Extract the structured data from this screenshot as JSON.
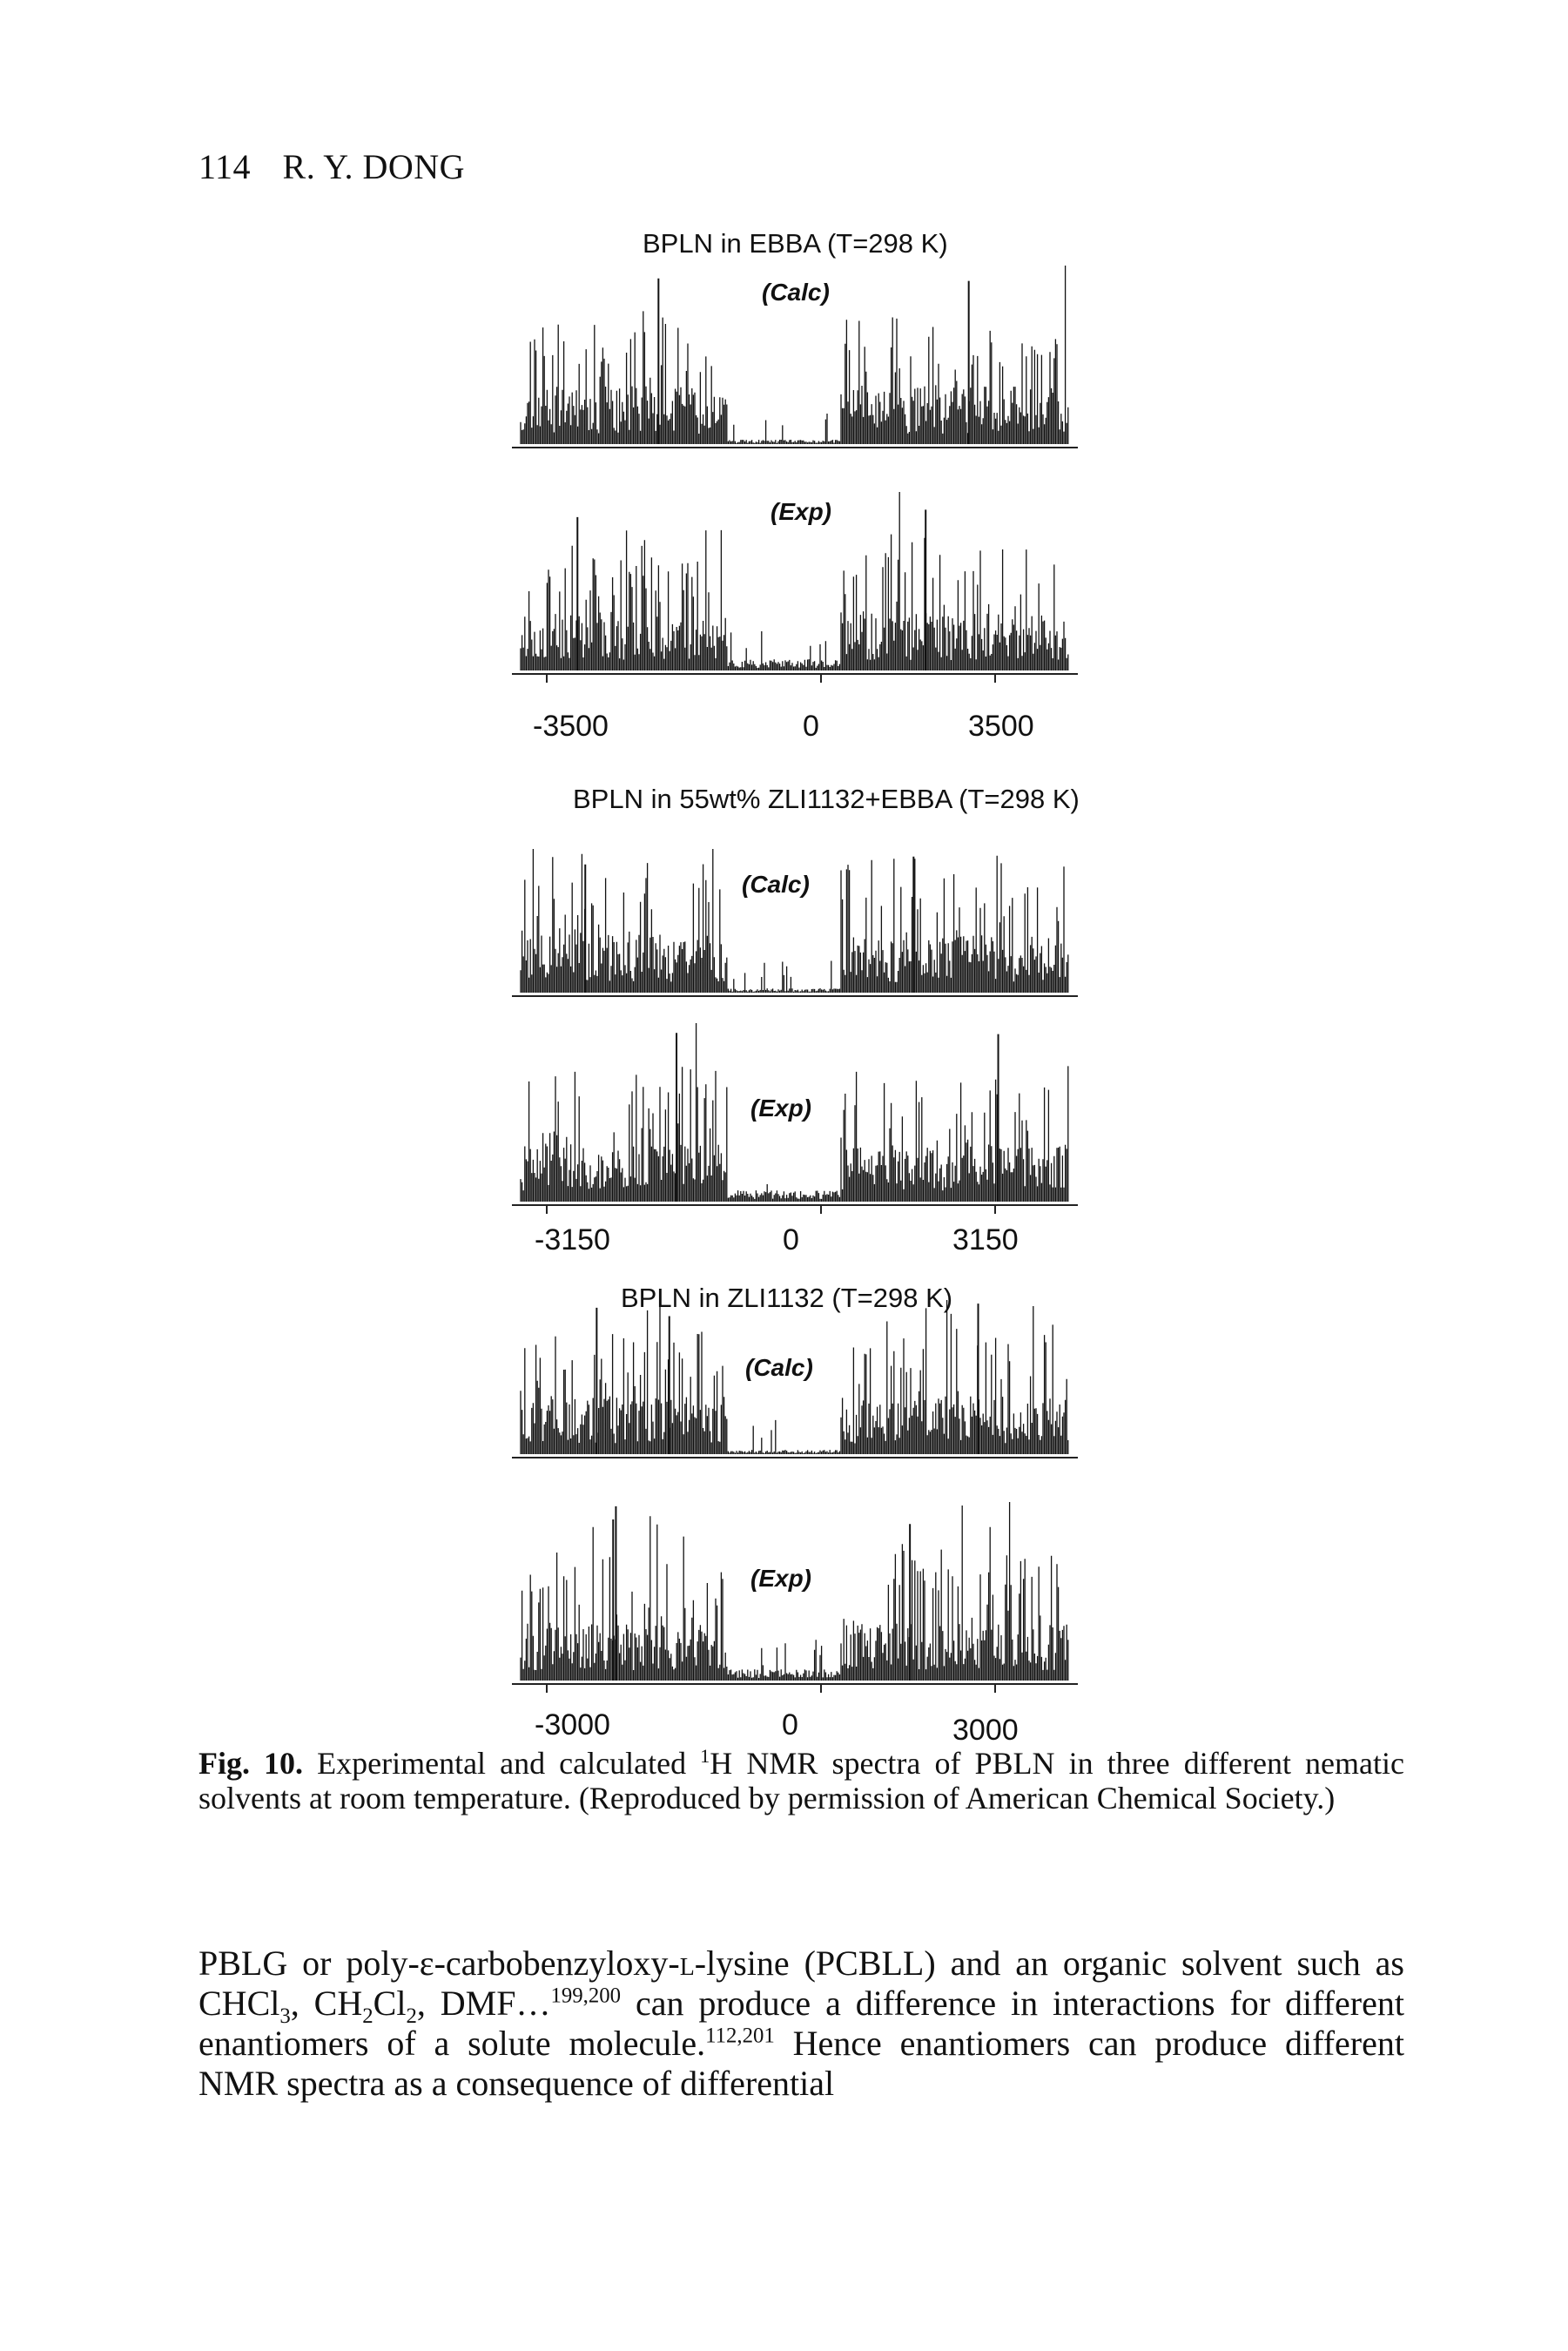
{
  "running_head": {
    "page_number": "114",
    "author": "R. Y. DONG"
  },
  "figure": {
    "groups": [
      {
        "title": "BPLN in EBBA (T=298 K)",
        "calc_label": "(Calc)",
        "exp_label": "(Exp)",
        "ticks": [
          "-3500",
          "0",
          "3500"
        ]
      },
      {
        "title": "BPLN in 55wt% ZLI1132+EBBA (T=298 K)",
        "calc_label": "(Calc)",
        "exp_label": "(Exp)",
        "ticks": [
          "-3150",
          "0",
          "3150"
        ]
      },
      {
        "title": "BPLN in ZLI1132 (T=298 K)",
        "calc_label": "(Calc)",
        "exp_label": "(Exp)",
        "ticks": [
          "-3000",
          "0",
          "3000"
        ]
      }
    ],
    "caption": {
      "label": "Fig. 10.",
      "pre": " Experimental and calculated ",
      "sup": "1",
      "post": "H NMR spectra of PBLN in three different nematic solvents at room temperature. (Reproduced by permission of American Chemical Society.)"
    }
  },
  "body_text": {
    "p1": "PBLG or poly-ε-carbobenzyloxy-",
    "sc_l1": "l",
    "p2": "-lysine (PCBLL) and an organic solvent such as CHCl",
    "sub1": "3",
    "p3": ", CH",
    "sub2": "2",
    "p4": "Cl",
    "sub3": "2",
    "p5": ", DMF…",
    "sup1": "199,200",
    "p6": " can produce a difference in interactions for different enantiomers of a solute molecule.",
    "sup2": "112,201",
    "p7": " Hence enantiomers can produce different NMR spectra as a consequence of differential"
  }
}
